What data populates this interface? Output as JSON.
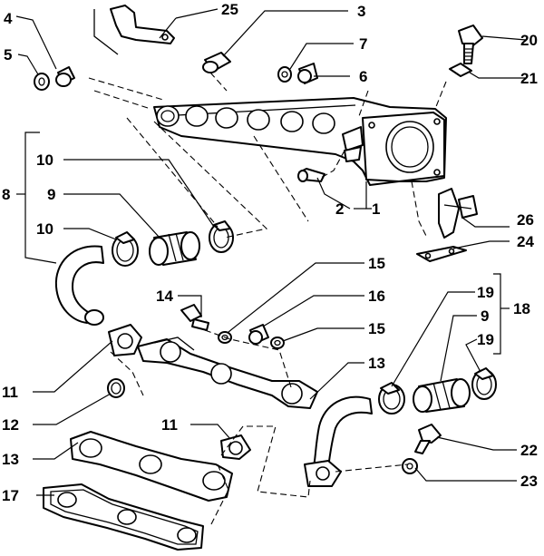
{
  "labels": {
    "l1": "1",
    "l2": "2",
    "l3": "3",
    "l4": "4",
    "l5": "5",
    "l6": "6",
    "l7": "7",
    "l8": "8",
    "l9a": "9",
    "l9b": "9",
    "l10a": "10",
    "l10b": "10",
    "l11a": "11",
    "l11b": "11",
    "l12": "12",
    "l13a": "13",
    "l13b": "13",
    "l14": "14",
    "l15a": "15",
    "l15b": "15",
    "l16": "16",
    "l17": "17",
    "l18": "18",
    "l19a": "19",
    "l19b": "19",
    "l20": "20",
    "l21": "21",
    "l22": "22",
    "l23": "23",
    "l24": "24",
    "l25": "25",
    "l26": "26"
  }
}
